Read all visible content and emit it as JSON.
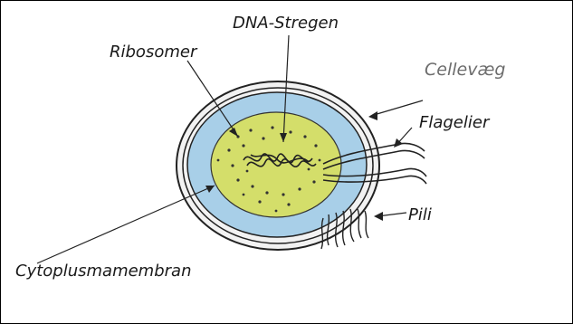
{
  "labels": {
    "dna": "DNA-Stregen",
    "ribosomer": "Ribosomer",
    "cellevaeg": "Cellevæg",
    "flagelier": "Flagelier",
    "pili": "Pili",
    "cytoplasmamembran": "Cytoplusmamembran"
  },
  "colors": {
    "cytoplasm_outer": "#a8cfe8",
    "nucleoid_region": "#d4de6a",
    "cell_wall": "#f2f2f2",
    "outline": "#222222",
    "cellevaeg_label": "#6d6d6d"
  }
}
